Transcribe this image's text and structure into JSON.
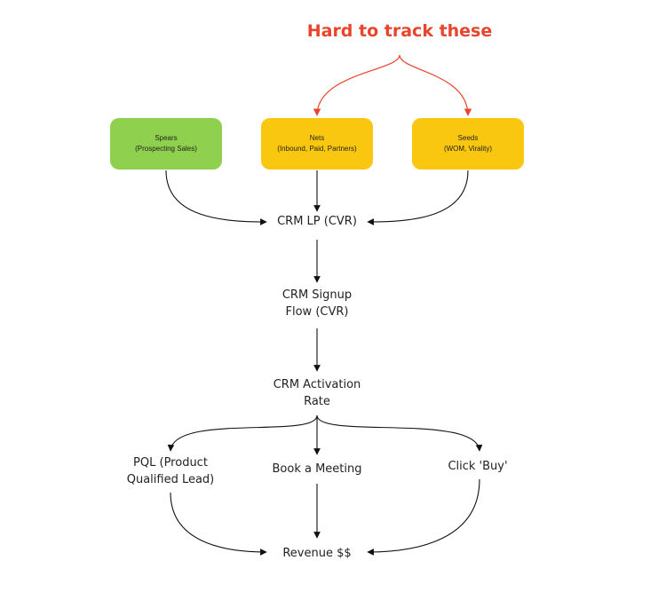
{
  "title": "Hard to track these",
  "boxes": {
    "spears": {
      "line1": "Spears",
      "line2": "(Prospecting Sales)",
      "color": "#8fd14f"
    },
    "nets": {
      "line1": "Nets",
      "line2": "(Inbound, Paid, Partners)",
      "color": "#fac710"
    },
    "seeds": {
      "line1": "Seeds",
      "line2": "(WOM, Virality)",
      "color": "#fac710"
    }
  },
  "nodes": {
    "crm_lp": "CRM LP (CVR)",
    "signup_line1": "CRM Signup",
    "signup_line2": "Flow (CVR)",
    "activation_line1": "CRM Activation",
    "activation_line2": "Rate",
    "pql_line1": "PQL (Product",
    "pql_line2": "Qualified Lead)",
    "meeting": "Book a Meeting",
    "buy": "Click 'Buy'",
    "revenue": "Revenue $$"
  },
  "colors": {
    "accent_red": "#e8452c",
    "green": "#8fd14f",
    "yellow": "#fac710",
    "edge": "#111111"
  }
}
